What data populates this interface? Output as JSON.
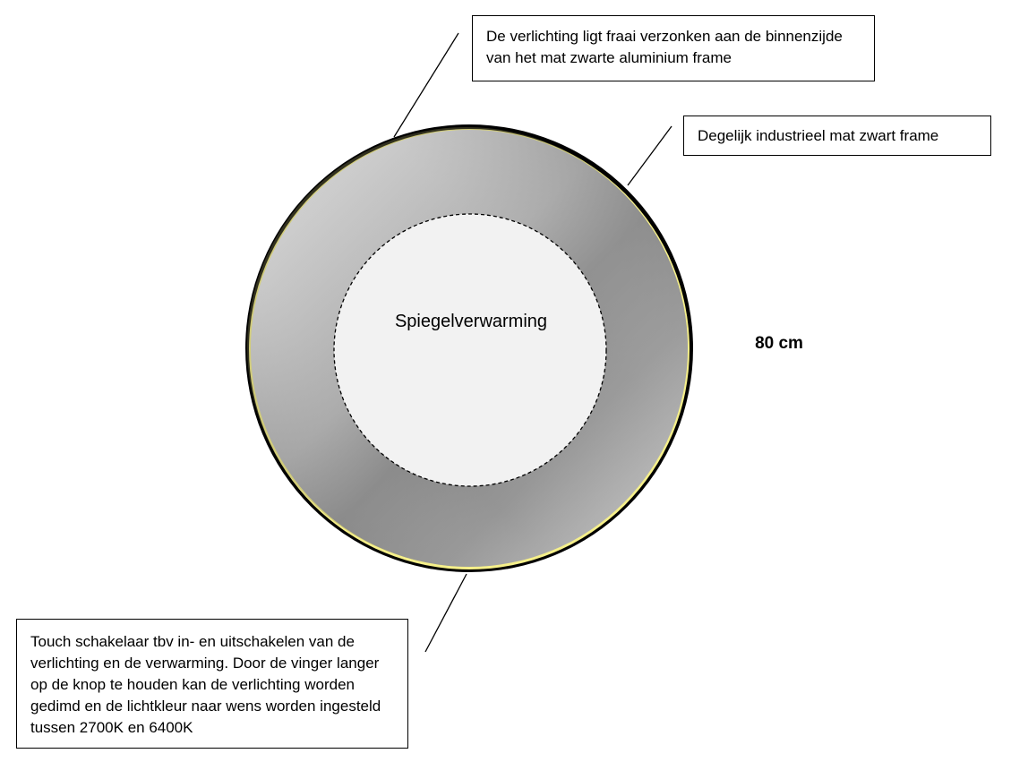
{
  "callouts": {
    "lighting": "De verlichting ligt fraai verzonken aan de binnenzijde van het mat zwarte aluminium frame",
    "frame": "Degelijk industrieel mat zwart frame",
    "touch_switch": "Touch schakelaar tbv in- en uitschakelen van de verlichting en de verwarming. Door de vinger langer op de knop te houden kan de verlichting worden gedimd en de lichtkleur naar wens worden ingesteld tussen 2700K en 6400K"
  },
  "mirror": {
    "heating_label": "Spiegelverwarming",
    "size_label": "80 cm"
  },
  "colors": {
    "frame": "#000000",
    "led_glow": "#f6f08a",
    "mirror_light": "#d4d4d4",
    "mirror_dark": "#7c7c7c",
    "heating_zone": "#f2f2f2"
  }
}
